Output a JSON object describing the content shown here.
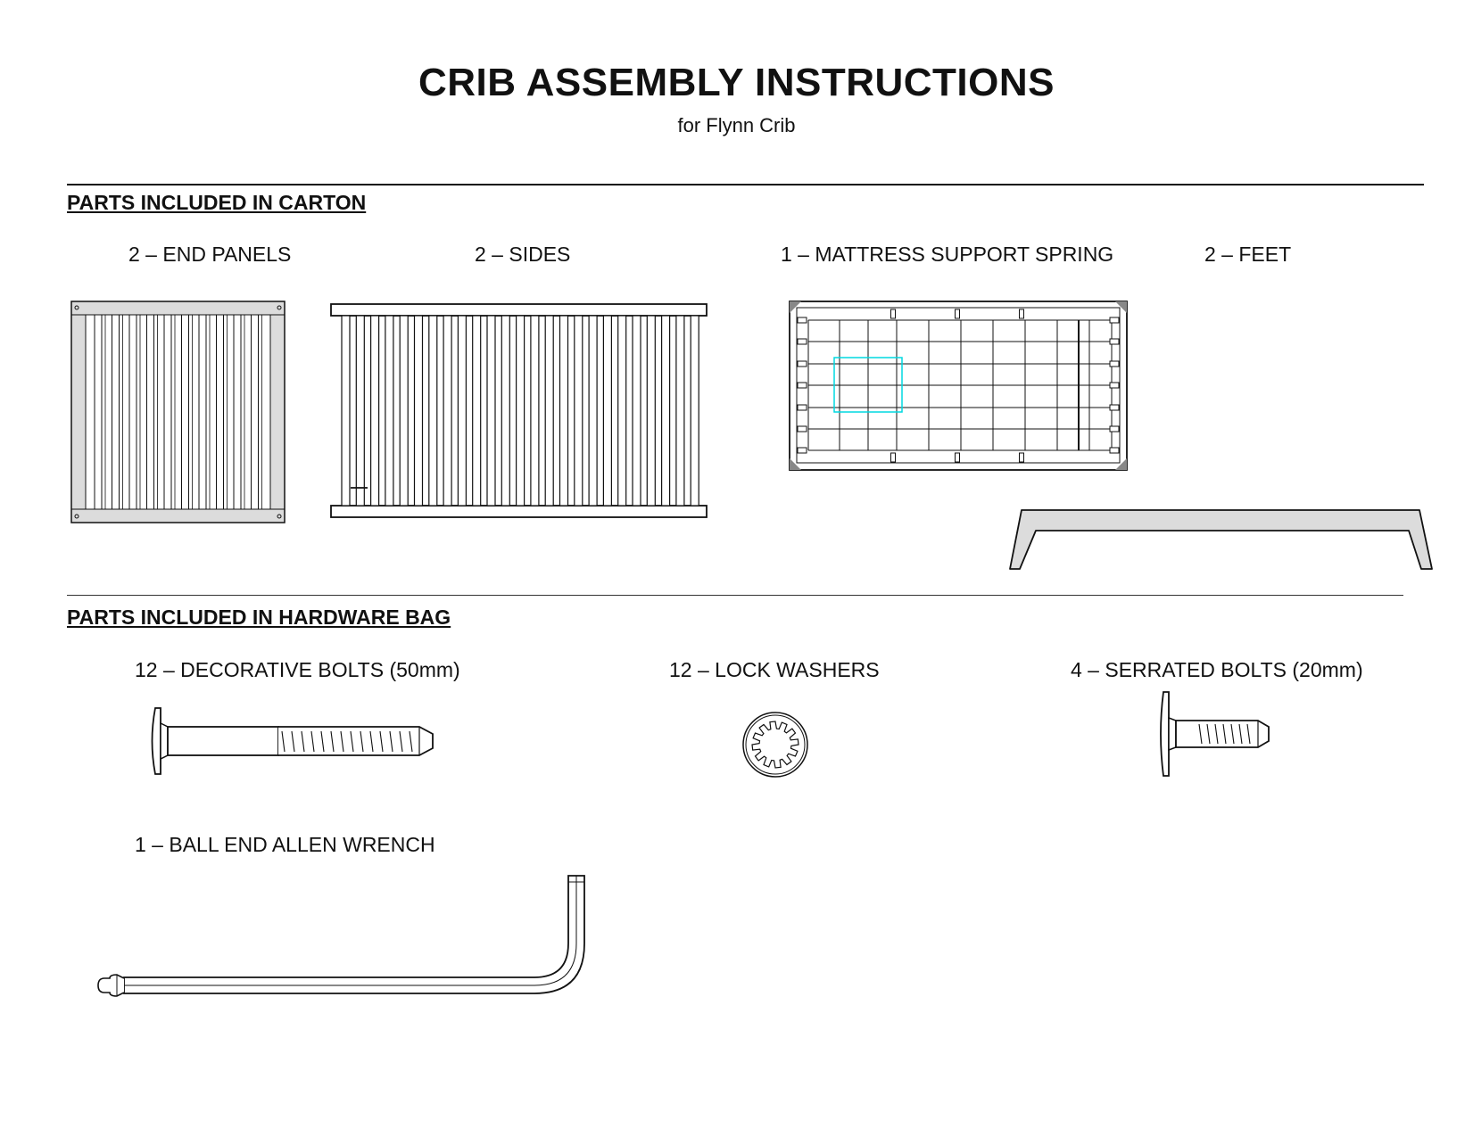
{
  "document": {
    "title": "CRIB ASSEMBLY INSTRUCTIONS",
    "subtitle": "for Flynn Crib"
  },
  "carton": {
    "heading": "PARTS INCLUDED IN CARTON",
    "items": [
      {
        "label": "2 – END PANELS",
        "icon": "end-panel"
      },
      {
        "label": "2 – SIDES",
        "icon": "side-rail"
      },
      {
        "label": "1 – MATTRESS SUPPORT SPRING",
        "icon": "mattress-spring"
      },
      {
        "label": "2 – FEET",
        "icon": "foot"
      }
    ]
  },
  "hardware": {
    "heading": "PARTS INCLUDED IN HARDWARE BAG",
    "items": [
      {
        "label": "12 – DECORATIVE BOLTS (50mm)",
        "icon": "decorative-bolt"
      },
      {
        "label": "12 – LOCK WASHERS",
        "icon": "lock-washer"
      },
      {
        "label": "4 – SERRATED BOLTS (20mm)",
        "icon": "serrated-bolt"
      },
      {
        "label": "1 – BALL END ALLEN WRENCH",
        "icon": "allen-wrench"
      }
    ]
  },
  "colors": {
    "ink": "#111111",
    "panel_fill": "#dcdcdc",
    "highlight": "#00d8e0"
  }
}
